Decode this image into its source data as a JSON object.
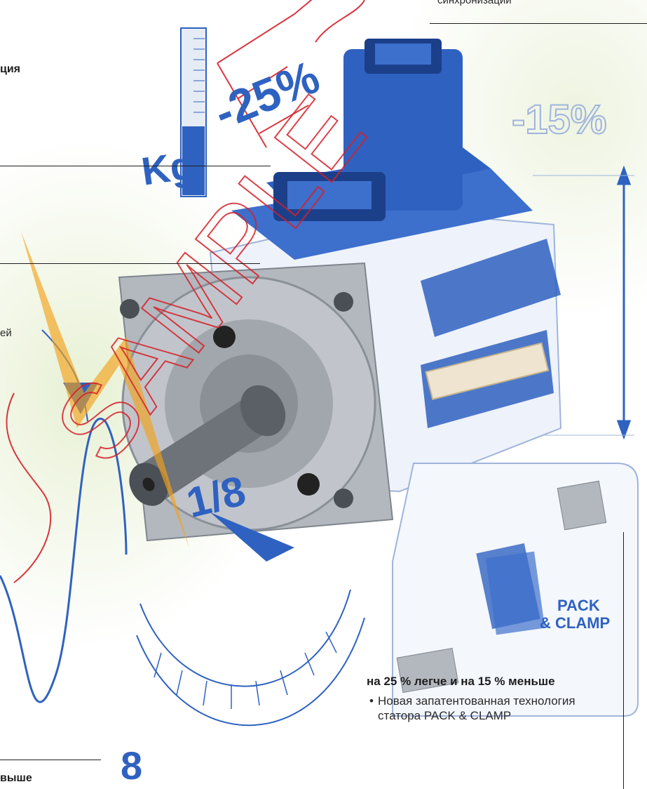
{
  "labels": {
    "top_right_fragment": "синхронизации",
    "left_heading_fragment": "ция",
    "left_mid_fragment": "ей",
    "bottom_left_fragment": "выше"
  },
  "illustration": {
    "weight_label": "Kg",
    "weight_reduction": "-25%",
    "size_reduction": "-15%",
    "ratio_label": "1/8",
    "scale_number": "8",
    "stator_badge_line1": "PACK",
    "stator_badge_line2": "& CLAMP",
    "watermark": "SAMPLE"
  },
  "feature": {
    "heading": "на 25 % легче и на 15 % меньше",
    "bullets": [
      "Новая запатентованная технология статора PACK & CLAMP"
    ]
  },
  "colors": {
    "blue": "#2f62c0",
    "dark_blue": "#1c3f8a",
    "metal": "#a9adb3",
    "watermark_red": "#d6202a",
    "accent_orange": "#f2a11a"
  }
}
